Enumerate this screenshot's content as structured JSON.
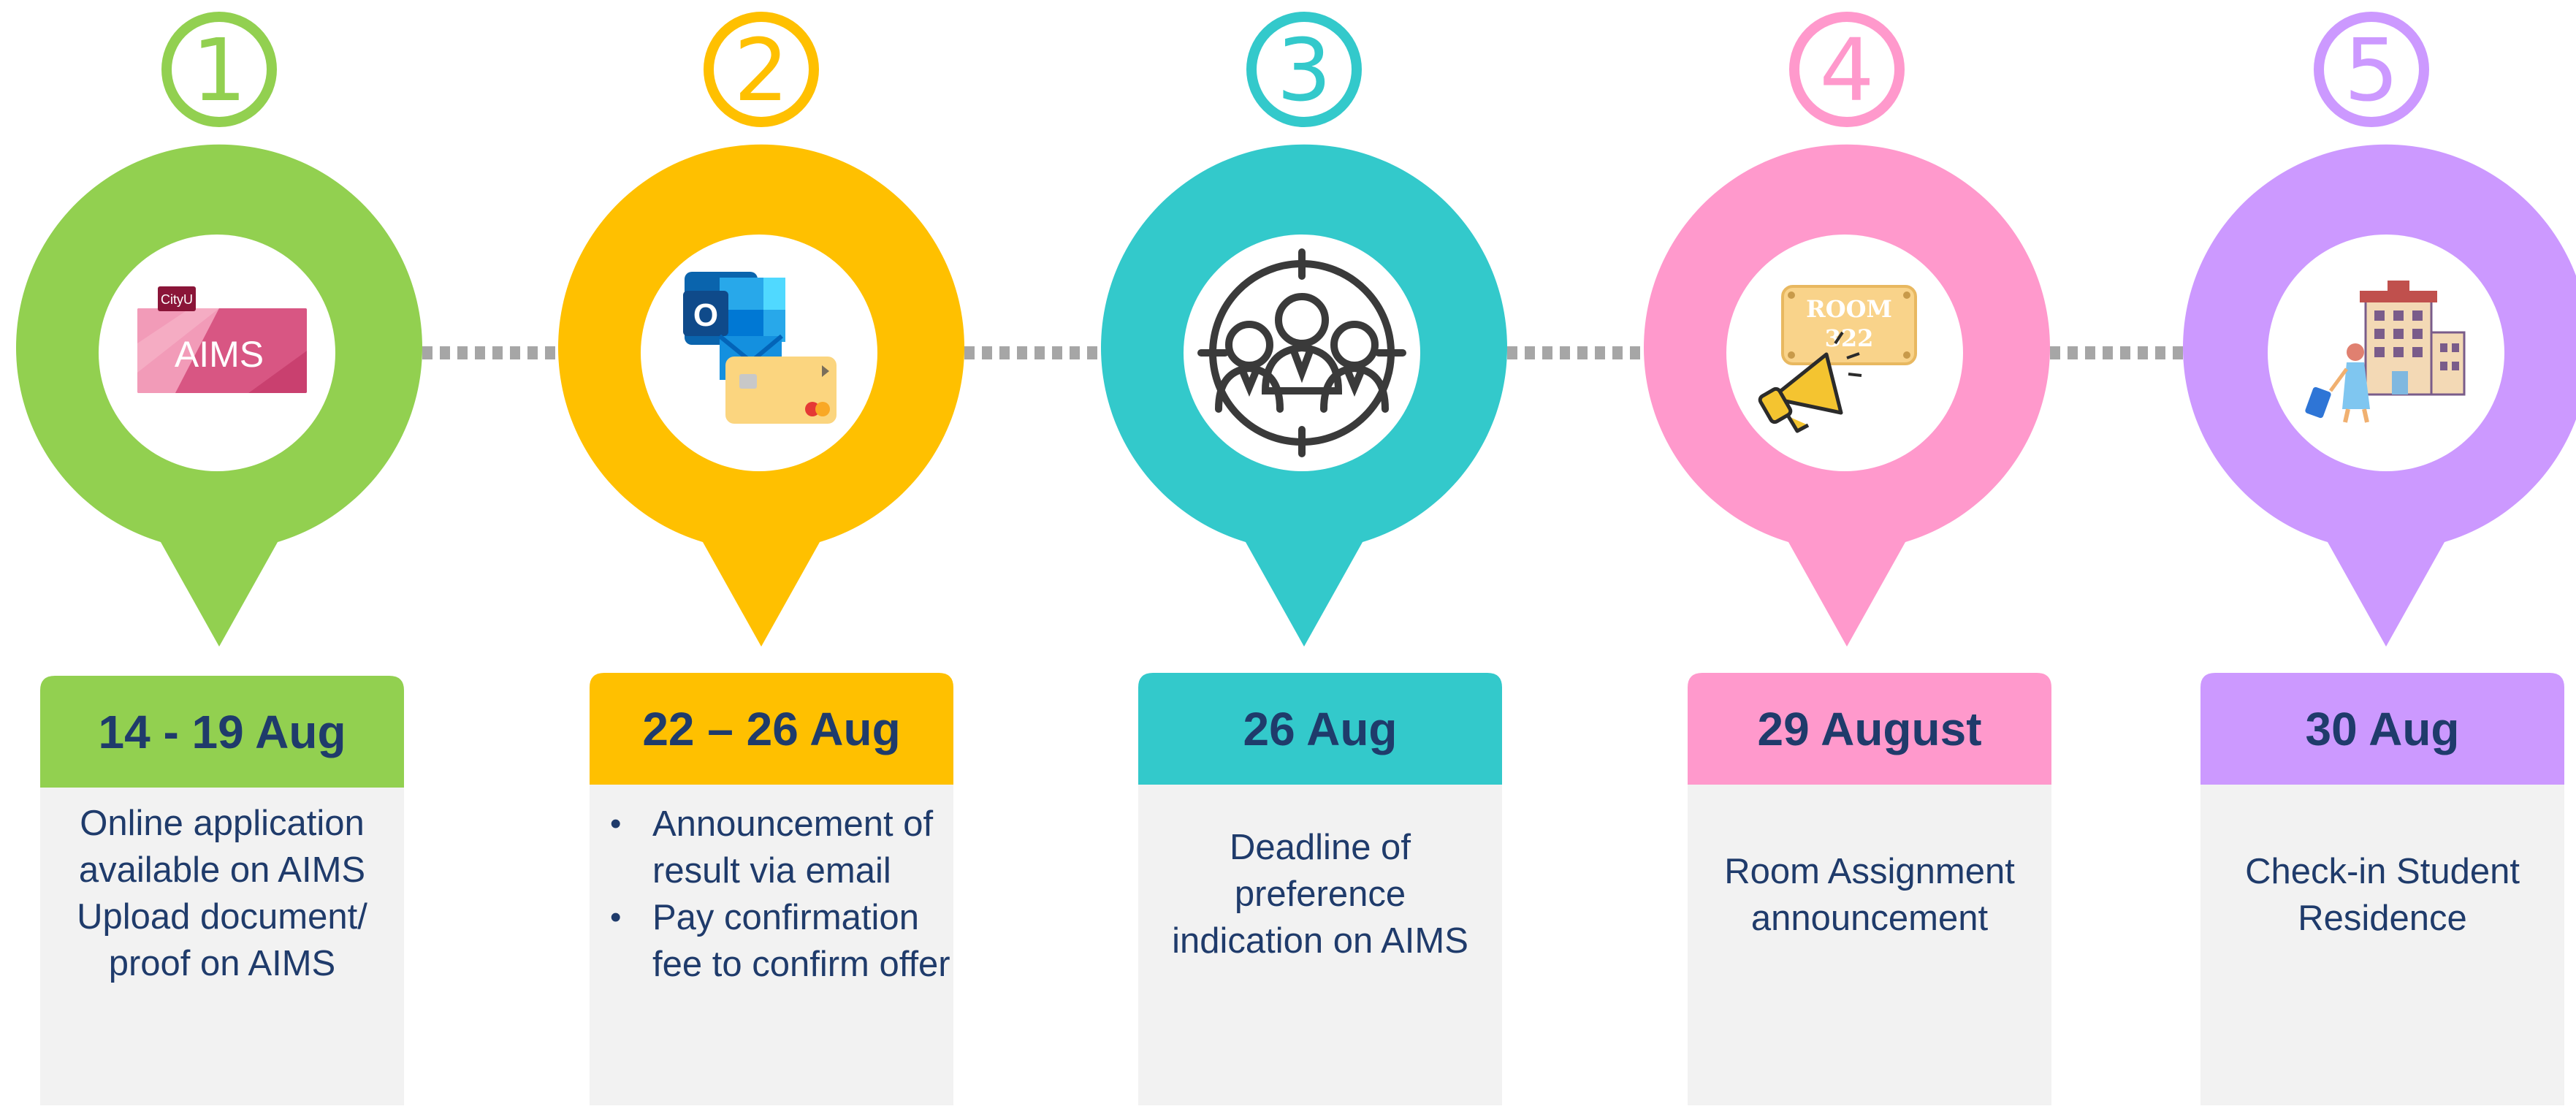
{
  "steps": [
    {
      "number": "1",
      "color": "#92d050",
      "icon": "aims-logo-icon",
      "logo_text": "AIMS",
      "logo_badge": "CityU",
      "date": "14 - 19 Aug",
      "description_lines": [
        "Online application",
        "available on AIMS",
        "Upload document/",
        "proof on AIMS"
      ]
    },
    {
      "number": "2",
      "color": "#ffc000",
      "icon": "outlook-email-and-credit-card-icon",
      "date": "22 – 26 Aug",
      "bullets": [
        [
          "Announcement of",
          "result via email"
        ],
        [
          "Pay confirmation",
          "fee to confirm offer"
        ]
      ]
    },
    {
      "number": "3",
      "color": "#33c9cb",
      "icon": "people-target-icon",
      "date": "26 Aug",
      "description_lines": [
        "Deadline of",
        "preference",
        "indication on AIMS"
      ]
    },
    {
      "number": "4",
      "color": "#ff99cc",
      "icon": "room-sign-megaphone-icon",
      "sign_text": [
        "ROOM",
        "322"
      ],
      "date": "29 August",
      "description_lines": [
        "Room Assignment",
        "announcement"
      ]
    },
    {
      "number": "5",
      "color": "#cc99ff",
      "icon": "traveler-hotel-icon",
      "date": "30 Aug",
      "description_lines": [
        "Check-in Student",
        "Residence"
      ]
    }
  ],
  "colors": {
    "text": "#1f3b6b",
    "connector": "#a6a6a6",
    "card_body": "#f2f2f2"
  }
}
